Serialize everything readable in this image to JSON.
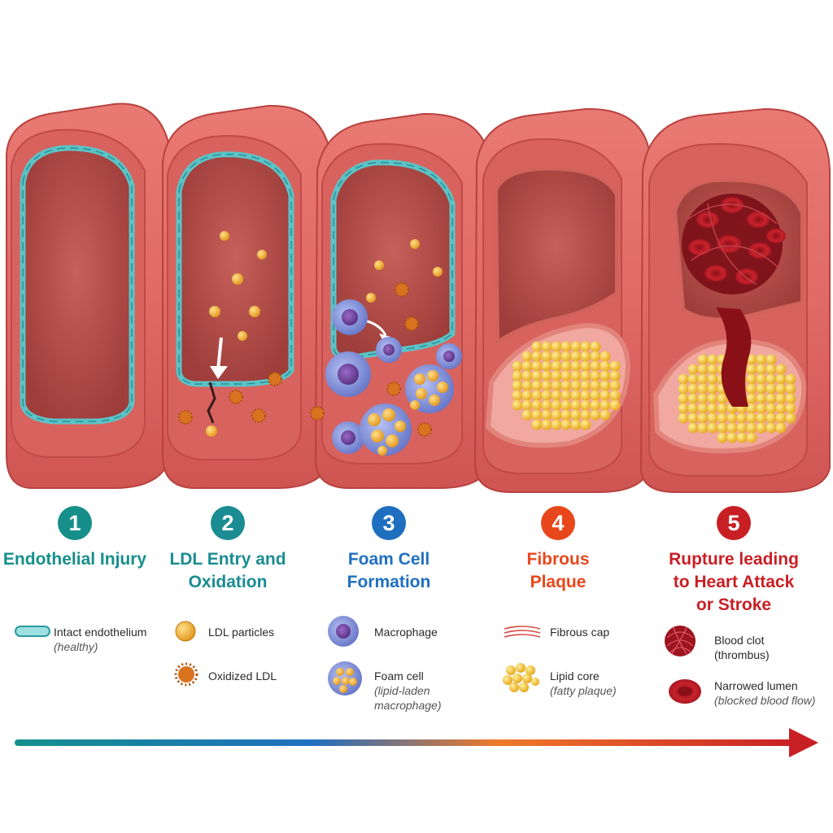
{
  "colors": {
    "artery_outer": "#e06a66",
    "artery_inner": "#c9504e",
    "lumen": "#b8504a",
    "endothelium": "#5cc3c6",
    "ldl": "#f0a623",
    "oxidized_ldl": "#d9731f",
    "macrophage": "#7f8fd8",
    "macrophage_nucleus": "#6a3f96",
    "lipid_core": "#f6c233",
    "clot": "#9b1420",
    "teal": "#168f8b",
    "blue": "#1f6fc0",
    "orange": "#e8471c",
    "red": "#c81f24"
  },
  "stages": [
    {
      "number": "1",
      "title": "Endothelial Injury",
      "color": "#168f8b"
    },
    {
      "number": "2",
      "title": "LDL Entry and Oxidation",
      "color": "#1a8c92"
    },
    {
      "number": "3",
      "title": "Foam Cell Formation",
      "color": "#1f6fc0"
    },
    {
      "number": "4",
      "title": "Fibrous Plaque",
      "color": "#e8471c"
    },
    {
      "number": "5",
      "title": "Rupture leading to Heart Attack or Stroke",
      "color": "#c81f24"
    }
  ],
  "legend": {
    "intact_endothelium": {
      "label": "Intact endothelium",
      "sub": "(healthy)",
      "icon": "endothelium-icon"
    },
    "ldl_particles": {
      "label": "LDL particles",
      "icon": "ldl-particle-icon"
    },
    "oxidized_ldl": {
      "label": "Oxidized LDL",
      "icon": "oxidized-ldl-icon"
    },
    "macrophage": {
      "label": "Macrophage",
      "icon": "macrophage-icon"
    },
    "foam_cell": {
      "label": "Foam cell",
      "sub": "(lipid-laden macrophage)",
      "icon": "foam-cell-icon"
    },
    "fibrous_cap": {
      "label": "Fibrous cap",
      "icon": "fibrous-cap-icon"
    },
    "lipid_core": {
      "label": "Lipid core",
      "sub": "(fatty plaque)",
      "icon": "lipid-core-icon"
    },
    "blood_clot": {
      "label": "Blood clot",
      "sub": "(thrombus)",
      "icon": "blood-clot-icon"
    },
    "narrowed_lumen": {
      "label": "Narrowed lumen",
      "sub": "(blocked blood flow)",
      "icon": "red-blood-cell-icon"
    }
  }
}
